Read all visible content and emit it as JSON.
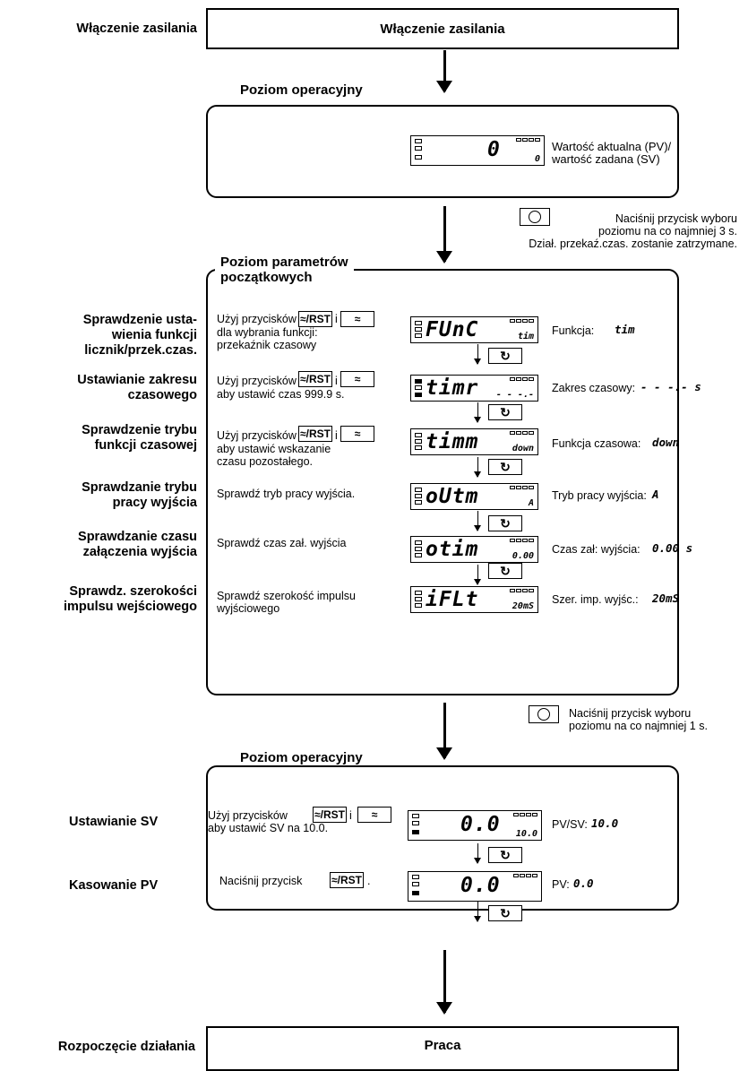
{
  "left_labels": {
    "power_on": "Włączenie zasilania",
    "check_counter": "Sprawdzenie usta-\nwienia funkcji\nlicznik/przek.czas.",
    "time_range": "Ustawianie zakresu\nczasowego",
    "time_func_mode": "Sprawdzenie trybu\nfunkcji czasowej",
    "output_mode": "Sprawdzanie trybu\npracy wyjścia",
    "output_on_time": "Sprawdzanie czasu\nzałączenia wyjścia",
    "pulse_width": "Sprawdz. szerokości\nimpulsu wejściowego",
    "set_sv": "Ustawianie SV",
    "reset_pv": "Kasowanie PV",
    "start": "Rozpoczęcie działania"
  },
  "boxes": {
    "power_on": "Włączenie zasilania",
    "operation_level_1": "Poziom operacyjny",
    "initial_params": "Poziom parametrów\npoczątkowych",
    "operation_level_2": "Poziom operacyjny",
    "work": "Praca"
  },
  "op1": {
    "lcd_main": "0",
    "lcd_sub": "0",
    "desc": "Wartość aktualna (PV)/\nwartość zadana (SV)"
  },
  "transition_1": "Naciśnij przycisk wyboru\npoziomu na co najmniej 3 s.\nDział. przekaź.czas. zostanie zatrzymane.",
  "transition_2": "Naciśnij przycisk wyboru\npoziomu na co najmniej 1 s.",
  "buttons": {
    "up_label": "≈/RST",
    "down_label": "≈",
    "rotate_label": "↻",
    "and": "i"
  },
  "params": [
    {
      "instr_pre": "Użyj przycisków",
      "instr_post": "dla wybrania funkcji:\nprzekaźnik czasowy",
      "lcd_main": "FUnC",
      "lcd_sub": "tim",
      "desc_label": "Funkcja:",
      "desc_value": "tim"
    },
    {
      "instr_pre": "Użyj przycisków",
      "instr_post": "aby ustawić czas 999.9 s.",
      "lcd_main": "timr",
      "lcd_sub": "- - -.-",
      "desc_label": "Zakres czasowy:",
      "desc_value": "- - -.- s"
    },
    {
      "instr_pre": "Użyj przycisków",
      "instr_post": "aby ustawić wskazanie\nczasu pozostałego.",
      "lcd_main": "timm",
      "lcd_sub": "down",
      "desc_label": "Funkcja czasowa:",
      "desc_value": "down"
    },
    {
      "instr": "Sprawdź tryb pracy wyjścia.",
      "lcd_main": "oUtm",
      "lcd_sub": "A",
      "desc_label": "Tryb pracy wyjścia:",
      "desc_value": "A"
    },
    {
      "instr": "Sprawdź czas zał. wyjścia",
      "lcd_main": "otim",
      "lcd_sub": "0.00",
      "desc_label": "Czas zał: wyjścia:",
      "desc_value": "0.00 s"
    },
    {
      "instr": "Sprawdź szerokość impulsu\nwyjściowego",
      "lcd_main": "iFLt",
      "lcd_sub": "20mS",
      "desc_label": "Szer. imp. wyjśc.:",
      "desc_value": "20mS"
    }
  ],
  "op2": {
    "sv_instr_pre": "Użyj przycisków",
    "sv_instr_post": "aby ustawić SV na 10.0.",
    "sv_lcd_main": "0.0",
    "sv_lcd_sub": "10.0",
    "sv_desc_label": "PV/SV:",
    "sv_desc_value": "10.0",
    "pv_instr": "Naciśnij przycisk",
    "pv_dot": ".",
    "pv_lcd_main": "0.0",
    "pv_desc_label": "PV:",
    "pv_desc_value": "0.0"
  }
}
